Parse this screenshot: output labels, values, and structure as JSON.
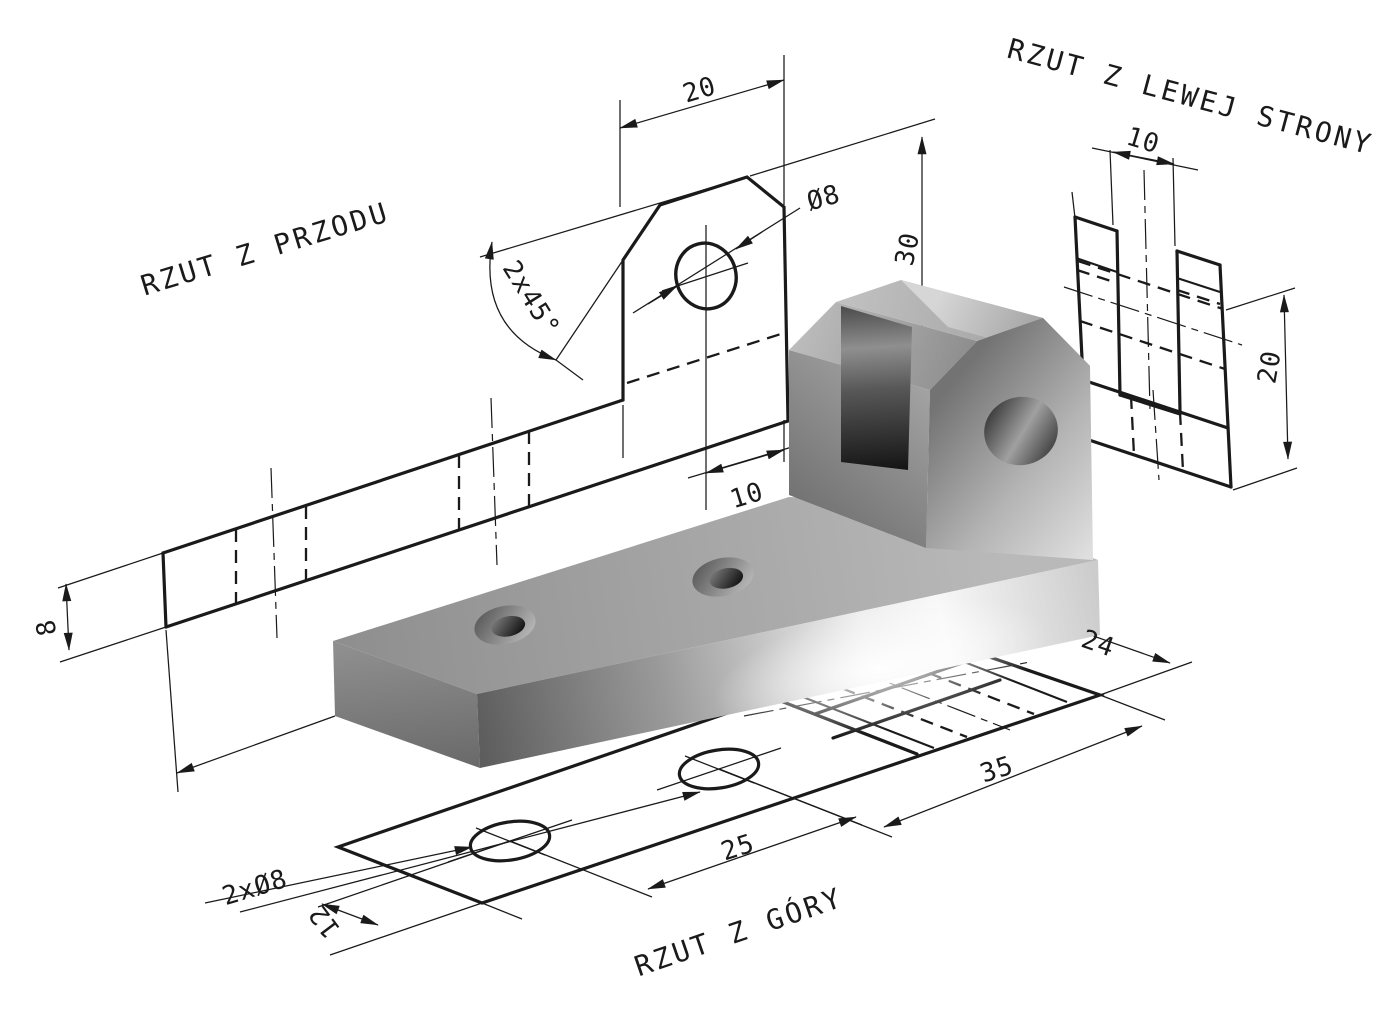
{
  "drawing": {
    "type": "technical-orthographic-projection",
    "views": {
      "front": {
        "title": "RZUT Z PRZODU",
        "dims": {
          "tab_width": "20",
          "chamfer": "2x45°",
          "hole_dia": "Ø8",
          "height": "30",
          "base_thickness": "8",
          "hole_offset": "10"
        }
      },
      "side": {
        "title": "RZUT Z LEWEJ STRONY",
        "dims": {
          "slot_width": "10",
          "hole_center_height": "20"
        }
      },
      "top": {
        "title": "RZUT Z GÓRY",
        "dims": {
          "depth": "24",
          "end_span": "35",
          "hole_spacing": "25",
          "edge_offset": "12",
          "holes_note": "2xØ8"
        }
      }
    },
    "colors": {
      "line": "#1a1a1a",
      "background": "#ffffff",
      "part_light": "#ececec",
      "part_mid": "#9a9a9a",
      "part_dark": "#2a2a2a"
    }
  }
}
